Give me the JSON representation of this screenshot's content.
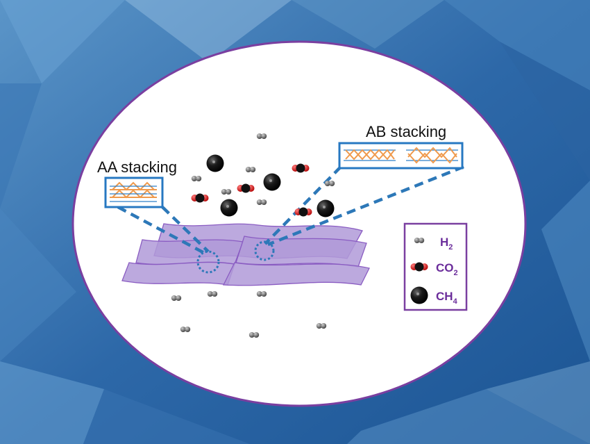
{
  "labels": {
    "aa_stacking": "AA stacking",
    "ab_stacking": "AB stacking"
  },
  "legend": {
    "items": [
      {
        "id": "h2",
        "base": "H",
        "sub": "2",
        "icon": "h2-molecule-icon"
      },
      {
        "id": "co2",
        "base": "CO",
        "sub": "2",
        "icon": "co2-molecule-icon"
      },
      {
        "id": "ch4",
        "base": "CH",
        "sub": "4",
        "icon": "ch4-molecule-icon"
      }
    ]
  },
  "colors": {
    "background": "#2f6fae",
    "frame": "#7a3fa0",
    "sheet_fill": "#b09ad8",
    "sheet_edge": "#8a5cc2",
    "dash": "#2d78b8",
    "inset_edge": "#2778c2",
    "inset_motif": "#ef9a4d",
    "legend_text": "#6b2d9b",
    "h2": "#555555",
    "co2_red": "#dd1a1a",
    "ch4": "#111111"
  }
}
